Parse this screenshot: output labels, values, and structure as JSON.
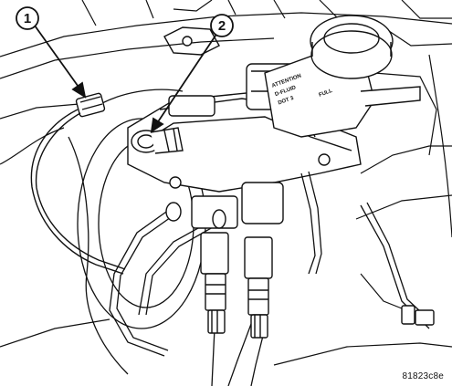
{
  "callouts": [
    {
      "number": "1"
    },
    {
      "number": "2"
    }
  ],
  "reservoir_label": {
    "line1": "ATTENTION",
    "line2": "D-FLUID",
    "line3": "DOT 3",
    "line4": "FULL"
  },
  "figure_id": "81823c8e",
  "colors": {
    "line": "#111111",
    "background": "#ffffff"
  }
}
